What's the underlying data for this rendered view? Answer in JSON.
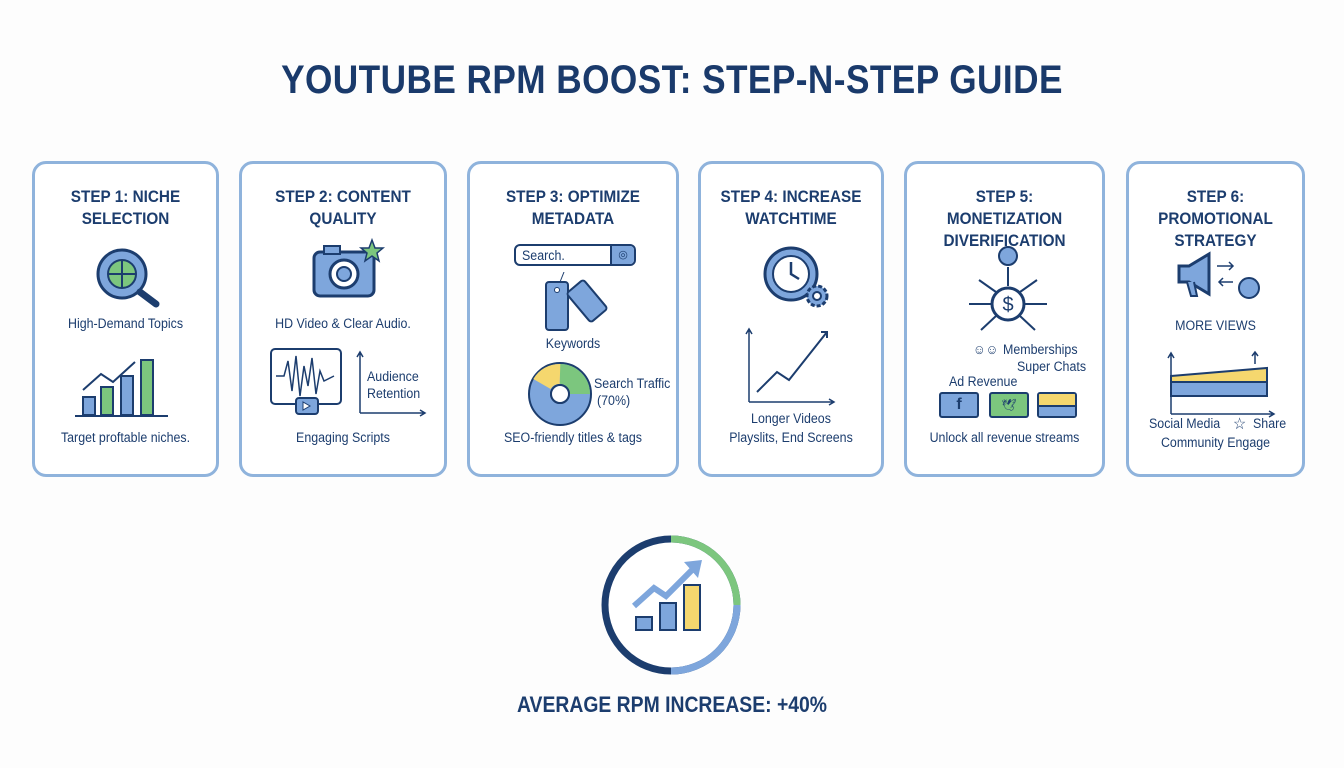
{
  "title": "YOUTUBE RPM BOOST: STEP-N-STEP GUIDE",
  "steps": [
    {
      "heading_1": "STEP 1: NICHE",
      "heading_2": "SELECTION",
      "labels": [
        "High-Demand Topics",
        "Target proftable niches."
      ]
    },
    {
      "heading_1": "STEP 2: CONTENT",
      "heading_2": "QUALITY",
      "labels": [
        "HD Video & Clear Audio.",
        "Audience",
        "Retention",
        "Engaging Scripts"
      ]
    },
    {
      "heading_1": "STEP 3: OPTIMIZE",
      "heading_2": "METADATA",
      "labels": [
        "Search.",
        "Keywords",
        "Search Traffic",
        "(70%)",
        "SEO-friendly titles & tags"
      ]
    },
    {
      "heading_1": "STEP 4: INCREASE",
      "heading_2": "WATCHTIME",
      "labels": [
        "Longer Videos",
        "Playslits, End Screens"
      ]
    },
    {
      "heading_1": "STEP 5: MONETIZATION",
      "heading_2": "DIVERIFICATION",
      "labels": [
        "Memberships",
        "Super Chats",
        "Ad Revenue",
        "Unlock all revenue streams"
      ]
    },
    {
      "heading_1": "STEP 6: PROMOTIONAL",
      "heading_2": "STRATEGY",
      "labels": [
        "MORE VIEWS",
        "Social Media",
        "Share",
        "Community Engage"
      ]
    }
  ],
  "summary": "AVERAGE RPM INCREASE: +40%",
  "colors": {
    "navy": "#1c3d6e",
    "border": "#8fb3dc",
    "blue": "#7ea6dc",
    "green": "#7cc67e",
    "yellow": "#f5d76e"
  }
}
